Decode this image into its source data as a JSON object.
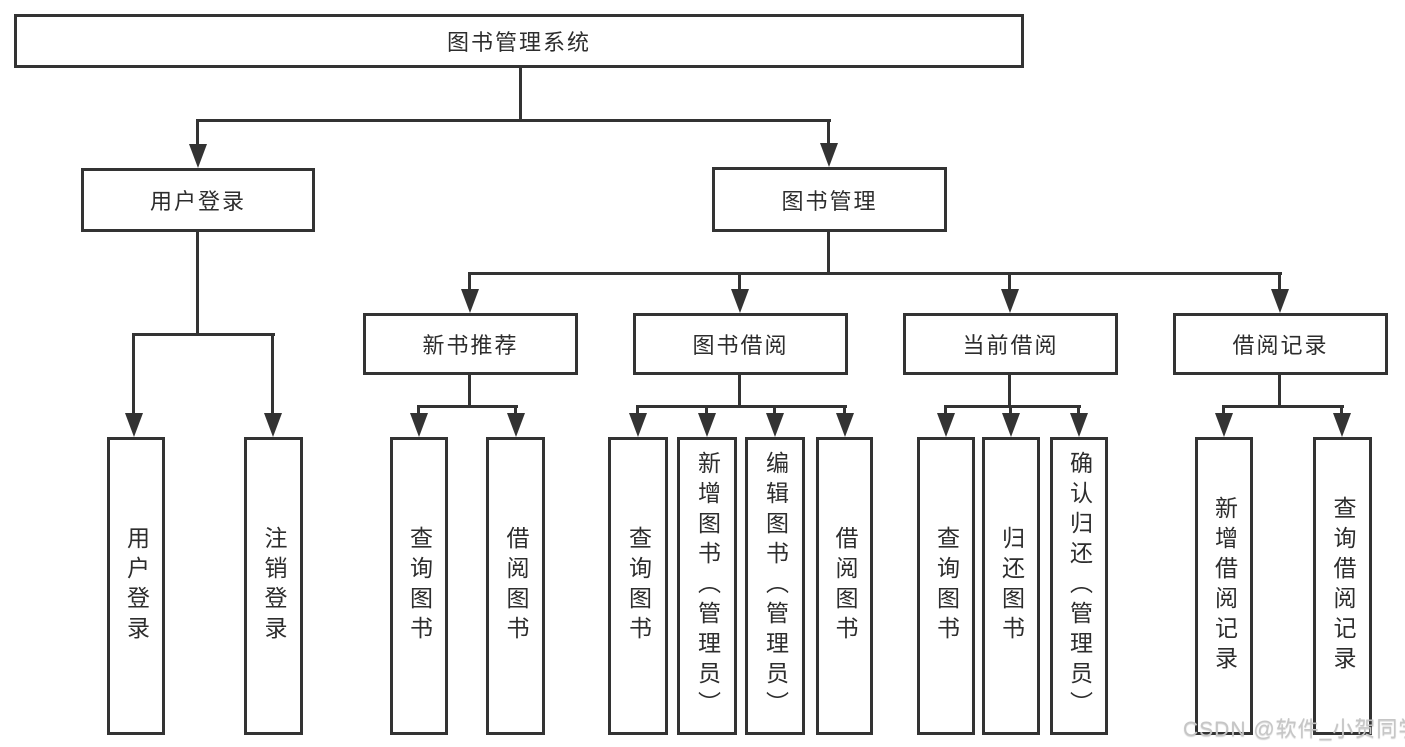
{
  "diagram_title": "图书管理系统",
  "tree": {
    "root": {
      "label": "图书管理系统"
    },
    "branches": [
      {
        "label": "用户登录",
        "children": [
          {
            "label": "用户登录"
          },
          {
            "label": "注销登录"
          }
        ]
      },
      {
        "label": "图书管理",
        "children": [
          {
            "label": "新书推荐",
            "children": [
              {
                "label": "查询图书"
              },
              {
                "label": "借阅图书"
              }
            ]
          },
          {
            "label": "图书借阅",
            "children": [
              {
                "label": "查询图书"
              },
              {
                "label": "新增图书（管理员）"
              },
              {
                "label": "编辑图书（管理员）"
              },
              {
                "label": "借阅图书"
              }
            ]
          },
          {
            "label": "当前借阅",
            "children": [
              {
                "label": "查询图书"
              },
              {
                "label": "归还图书"
              },
              {
                "label": "确认归还（管理员）"
              }
            ]
          },
          {
            "label": "借阅记录",
            "children": [
              {
                "label": "新增借阅记录"
              },
              {
                "label": "查询借阅记录"
              }
            ]
          }
        ]
      }
    ]
  },
  "watermark": {
    "text": "CSDN @软件_小贺同学"
  },
  "colors": {
    "line": "#333333",
    "text": "#2d2d2d",
    "background": "#ffffff",
    "watermark": "#c6c6c6"
  }
}
